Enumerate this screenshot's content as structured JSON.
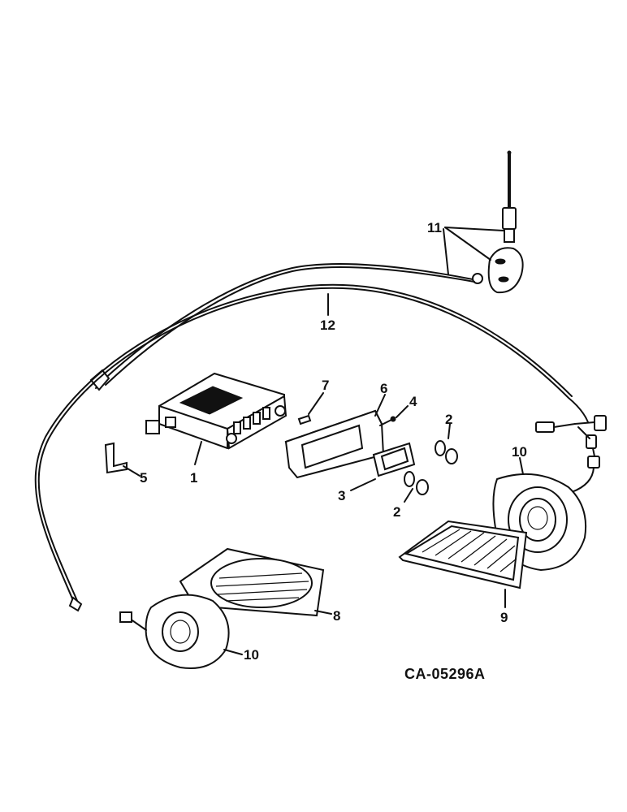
{
  "figure": {
    "code": "CA-05296A",
    "callouts": {
      "c1": "1",
      "c2a": "2",
      "c2b": "2",
      "c3": "3",
      "c4": "4",
      "c5": "5",
      "c6": "6",
      "c7": "7",
      "c8": "8",
      "c9": "9",
      "c10a": "10",
      "c10b": "10",
      "c11": "11",
      "c12": "12"
    }
  }
}
